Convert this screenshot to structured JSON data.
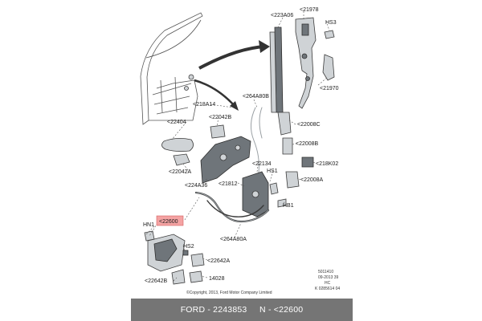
{
  "labels": {
    "l223A06": "<223A06",
    "l21978": "<21978",
    "lHS3": "HS3",
    "l21970": "<21970",
    "l264A80B": "<264A80B",
    "l218A14": "<218A14",
    "l22042B": "<22042B",
    "l22404": "<22404",
    "l22008C": "<22008C",
    "l22008B": "<22008B",
    "l218K02": "<218K02",
    "l22134": "<22134",
    "lHS1": "HS1",
    "l22008A": "<22008A",
    "l22042A": "<22042A",
    "l224A36": "<224A36",
    "l21812": "<21812",
    "lHB1": "HB1",
    "lHN1": "HN1",
    "l22600": "<22600",
    "l264A80A": "<264A80A",
    "lHS2": "HS2",
    "l22642A": "<22642A",
    "l14028": "14028",
    "l22642B": "<22642B"
  },
  "copyright": "©Copyright, 2013, Ford Motor Company Limited",
  "ref": {
    "line1": "5011410",
    "line2": "09-2013 39",
    "line3": "HC",
    "line4": "K 0285614 04"
  },
  "footer": {
    "brand": "FORD",
    "part_number": "2243853",
    "callout": "N - <22600"
  },
  "colors": {
    "highlight": "#f4a3a3",
    "footer_bg": "#757575"
  }
}
